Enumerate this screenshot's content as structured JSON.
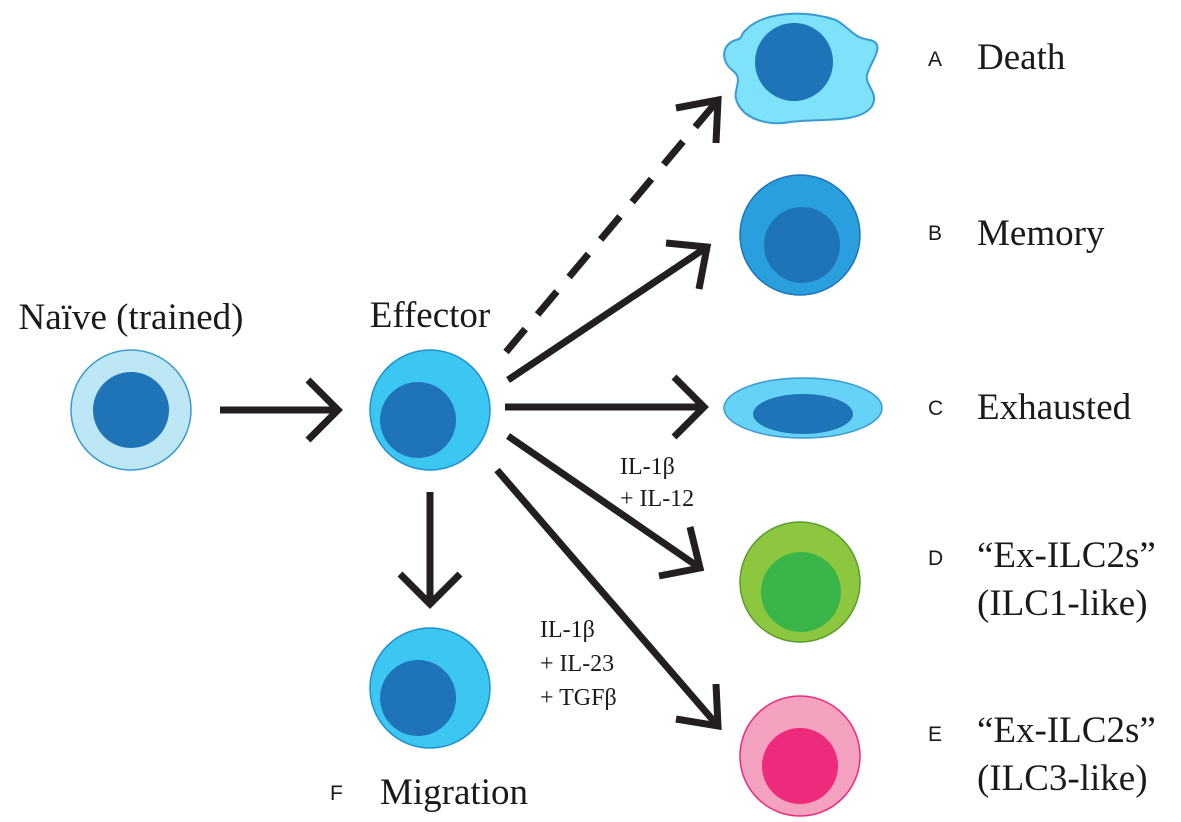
{
  "stages": {
    "naive": "Naïve (trained)",
    "effector": "Effector"
  },
  "fates": [
    {
      "letter": "A",
      "name": "Death"
    },
    {
      "letter": "B",
      "name": "Memory"
    },
    {
      "letter": "C",
      "name": "Exhausted"
    },
    {
      "letter": "D",
      "name": "“Ex-ILC2s”",
      "subtitle": "(ILC1-like)"
    },
    {
      "letter": "E",
      "name": "“Ex-ILC2s”",
      "subtitle": "(ILC3-like)"
    },
    {
      "letter": "F",
      "name": "Migration"
    }
  ],
  "cytokines": {
    "ilc1": [
      "IL-1β",
      "+ IL-12"
    ],
    "ilc3": [
      "IL-1β",
      "+ IL-23",
      "+ TGFβ"
    ]
  },
  "colors": {
    "nucleus_blue": "#1f73b7",
    "naive_outer": "#bde7f5",
    "effector_outer": "#3cc6f2",
    "death_outer": "#7fe2fb",
    "memory_outer": "#2a9fdd",
    "memory_inner": "#1f73b7",
    "exhausted_outer": "#66d2f7",
    "ilc1_outer": "#8dc63f",
    "ilc1_inner": "#39b54a",
    "ilc3_outer": "#f5a1c0",
    "ilc3_inner": "#ed2a7b",
    "arrow": "#231f20"
  },
  "icons": [
    "arrow-icon",
    "dashed-arrow-icon",
    "cell-icon"
  ]
}
